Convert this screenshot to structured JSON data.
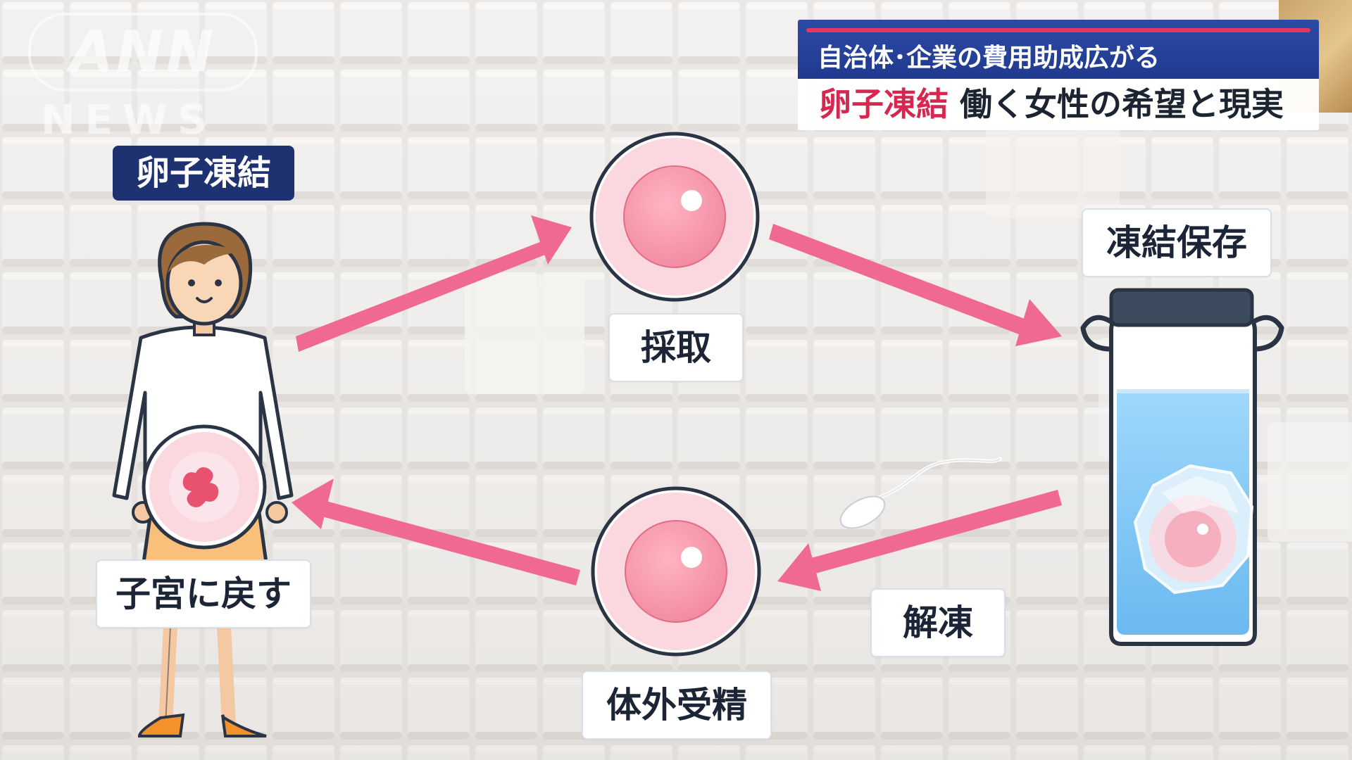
{
  "broadcaster": {
    "logo_top": "ANN",
    "logo_bottom": "NEWS"
  },
  "headline": {
    "subtitle": "自治体･企業の費用助成広がる",
    "title_accent": "卵子凍結",
    "title_rest": "働く女性の希望と現実"
  },
  "diagram": {
    "title_tag": "卵子凍結",
    "steps": {
      "collection": "採取",
      "storage": "凍結保存",
      "thawing": "解凍",
      "ivf": "体外受精",
      "return": "子宮に戻す"
    }
  },
  "colors": {
    "arrow": "#f06992",
    "navy": "#1e3272",
    "headline_blue": "#2443a0",
    "headline_red": "#d7264f",
    "egg_pink": "#f2a8b8",
    "liquid_blue": "#7fc8f5"
  },
  "icons": [
    "woman-figure-icon",
    "egg-cell-icon",
    "sperm-icon",
    "storage-tank-icon",
    "uterus-icon"
  ]
}
